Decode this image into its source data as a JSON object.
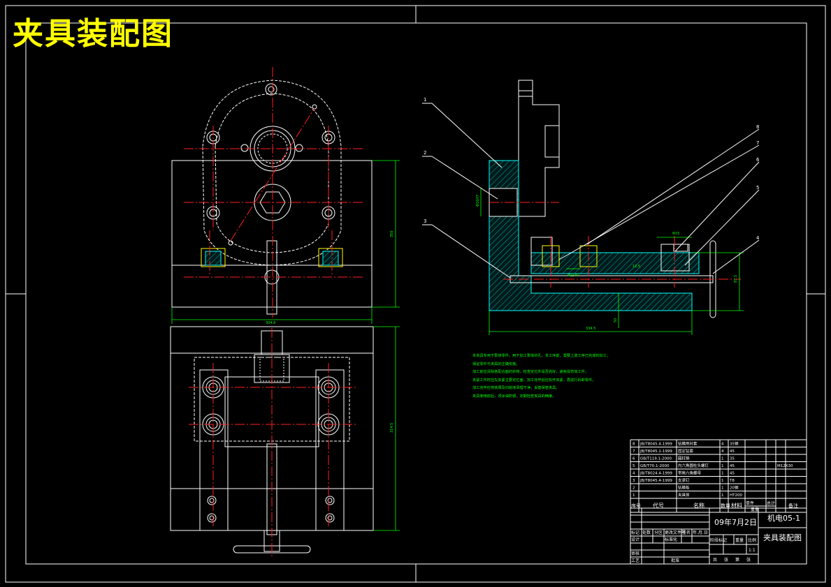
{
  "title": "夹具装配图",
  "notes": [
    "本夹具专用于泵体零件，用于加工泵体的孔，本工序前，需要上道工序已完成的加工，保证零件与夹具的正确安装。",
    "加工前应清除各配合面的杂物，检查定位件是否完好，避免损伤加工件。",
    "夹紧工件时应先夹紧主要定位面，加工完毕后应松开夹紧，再进行拆卸零件。",
    "加工完毕应将铁屑及切削液清理干净，妥善保管夹具。",
    "夹具使用前后，须涂油防锈，定期检查夹具的精度。"
  ],
  "dimensions": {
    "front_height": "350",
    "front_width": "304.8",
    "bottom_height": "314.5",
    "side_width": "334.5",
    "side_height": "87.5",
    "side_small": "50",
    "bolt_dim": "Φ15H7",
    "hole_dim": "Φ16H7",
    "pin_dim": "Φ15",
    "small_dim": "12.5"
  },
  "callouts": [
    "1",
    "2",
    "3",
    "8",
    "7",
    "6",
    "5",
    "4"
  ],
  "bom": {
    "rows": [
      {
        "no": "8",
        "code": "JB/T8045.4-1999",
        "name": "钻模用衬套",
        "qty": "4",
        "material": "35钢",
        "note": ""
      },
      {
        "no": "7",
        "code": "JB/T8045.1-1999",
        "name": "固定钻套",
        "qty": "4",
        "material": "45",
        "note": ""
      },
      {
        "no": "6",
        "code": "GB/T119.1-2000",
        "name": "圆柱销",
        "qty": "1",
        "material": "35",
        "note": ""
      },
      {
        "no": "5",
        "code": "GB/T70.1-2000",
        "name": "内六角圆柱头螺钉",
        "qty": "1",
        "material": "45",
        "note": "M12X30"
      },
      {
        "no": "4",
        "code": "JB/T8024.4-1999",
        "name": "带肩六角螺母",
        "qty": "1",
        "material": "45",
        "note": ""
      },
      {
        "no": "3",
        "code": "JB/T8045.4-1999",
        "name": "支承钉",
        "qty": "1",
        "material": "T8",
        "note": ""
      },
      {
        "no": "2",
        "code": "",
        "name": "钻模板",
        "qty": "1",
        "material": "20钢",
        "note": ""
      },
      {
        "no": "1",
        "code": "",
        "name": "夹具体",
        "qty": "1",
        "material": "HT200",
        "note": ""
      }
    ],
    "headers": {
      "no": "序号",
      "code": "代号",
      "name": "名称",
      "qty": "数量",
      "material": "材料",
      "single": "单件",
      "total": "总计",
      "weight": "重量",
      "note": "备注"
    }
  },
  "titleblock": {
    "date": "09年7月2日",
    "code": "机电05-1",
    "drawing": "夹具装配图",
    "labels": [
      "标记",
      "处数",
      "分区",
      "更改文件号",
      "签名",
      "年.月.日",
      "设计",
      "标准化",
      "阶段标记",
      "重量",
      "比例",
      "审核",
      "工艺",
      "批准",
      "共",
      "张",
      "第",
      "张"
    ],
    "scale": "1:1"
  },
  "colors": {
    "title": "#ffff00",
    "outline": "#ffffff",
    "center": "#ff2020",
    "dim": "#00ff00",
    "section": "#00ffff"
  }
}
